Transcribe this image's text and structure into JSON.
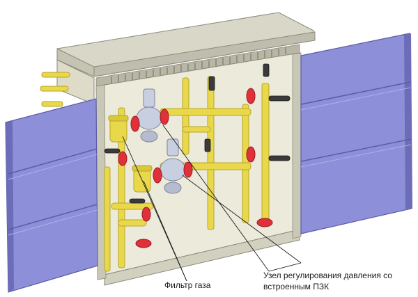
{
  "labels": {
    "gas_filter": "Фильтр газа",
    "regulator_line1": "Узел регулирования давления со",
    "regulator_line2": "встроенным ПЗК"
  },
  "colors": {
    "cabinet_body": "#e8e7d9",
    "cabinet_roof": "#d9d8c8",
    "door_panel": "#8e8fd9",
    "door_edge": "#6c6db8",
    "pipe_yellow": "#e8d84a",
    "pipe_yellow_dark": "#b8a52a",
    "flange_red": "#e0303a",
    "valve_dark": "#3a3a3a",
    "regulator_body": "#c8cfe0",
    "leader_line": "#1a1a1a"
  }
}
